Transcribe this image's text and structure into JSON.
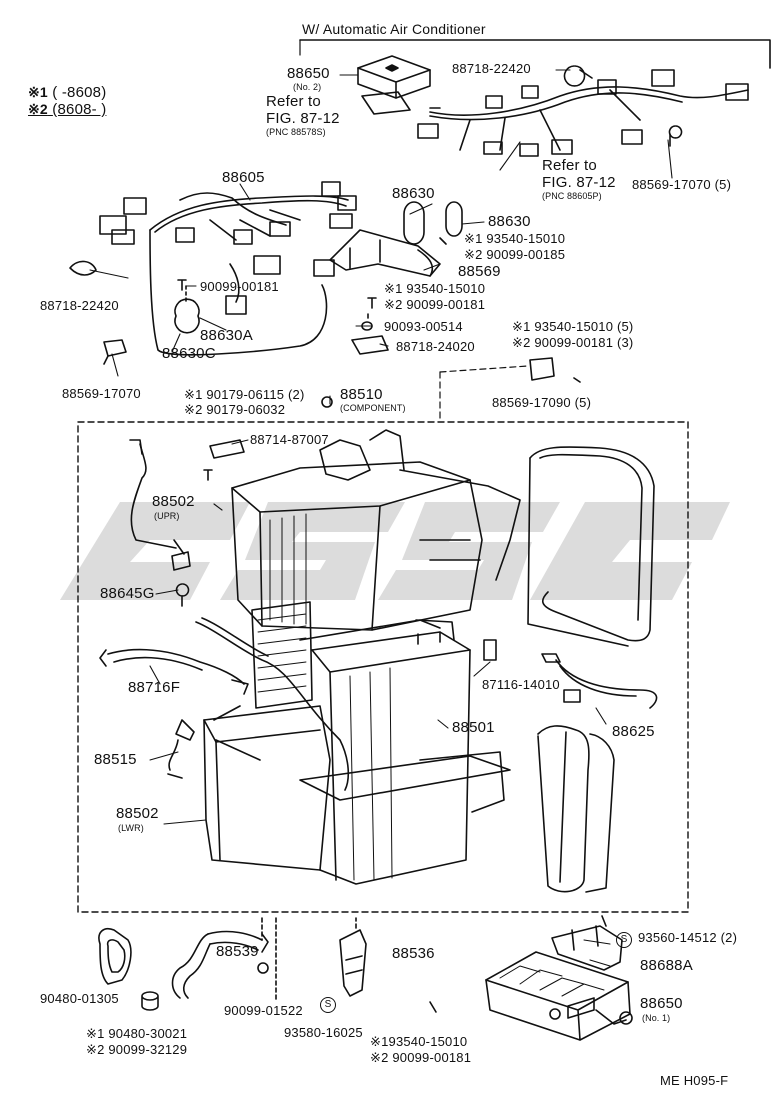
{
  "header": {
    "title": "W/ Automatic Air Conditioner"
  },
  "legend": {
    "row1": {
      "mark": "※1",
      "range": "(        -8608)"
    },
    "row2": {
      "mark": "※2",
      "range": "(8608-         )"
    }
  },
  "watermark": {
    "text": "CSSC"
  },
  "refs": {
    "refer1": {
      "line1": "Refer to",
      "line2": "FIG. 87-12",
      "line3": "(PNC 88578S)"
    },
    "refer2": {
      "line1": "Refer to",
      "line2": "FIG. 87-12",
      "line3": "(PNC 88605P)"
    }
  },
  "parts": {
    "p88650_top": {
      "num": "88650",
      "sub": "(No. 2)"
    },
    "p88718_22420_top": {
      "num": "88718-22420"
    },
    "p88569_17070_top": {
      "num": "88569-17070 (5)"
    },
    "p88605": {
      "num": "88605"
    },
    "p88630_a": {
      "num": "88630"
    },
    "p88630_b": {
      "num": "88630"
    },
    "p93540_15010_a": {
      "num": "※1 93540-15010"
    },
    "p90099_00185": {
      "num": "※2 90099-00185"
    },
    "p88569": {
      "num": "88569"
    },
    "p88718_22420_left": {
      "num": "88718-22420"
    },
    "p90099_00181_a": {
      "num": "90099-00181"
    },
    "p88630A": {
      "num": "88630A"
    },
    "p88630C": {
      "num": "88630C"
    },
    "p93540_15010_b": {
      "num": "※1 93540-15010"
    },
    "p90099_00181_b": {
      "num": "※2 90099-00181"
    },
    "p90093_00514": {
      "num": "90093-00514"
    },
    "p88718_24020": {
      "num": "88718-24020"
    },
    "p93540_15010_c": {
      "num": "※1 93540-15010 (5)"
    },
    "p90099_00181_c": {
      "num": "※2  90099-00181 (3)"
    },
    "p88569_17070_left": {
      "num": "88569-17070"
    },
    "p90179_06115": {
      "num": "※1 90179-06115 (2)"
    },
    "p90179_06032": {
      "num": "※2 90179-06032"
    },
    "p88510": {
      "num": "88510",
      "sub": "(COMPONENT)"
    },
    "p88569_17090": {
      "num": "88569-17090 (5)"
    },
    "p88714_87007": {
      "num": "88714-87007"
    },
    "p88502_upr": {
      "num": "88502",
      "sub": "(UPR)"
    },
    "p88645G": {
      "num": "88645G"
    },
    "p88716F": {
      "num": "88716F"
    },
    "p87116_14010": {
      "num": "87116-14010"
    },
    "p88501": {
      "num": "88501"
    },
    "p88625": {
      "num": "88625"
    },
    "p88515": {
      "num": "88515"
    },
    "p88502_lwr": {
      "num": "88502",
      "sub": "(LWR)"
    },
    "p93560_14512": {
      "num": "93560-14512 (2)"
    },
    "p88539": {
      "num": "88539"
    },
    "p88536": {
      "num": "88536"
    },
    "p88688A": {
      "num": "88688A"
    },
    "p90480_01305": {
      "num": "90480-01305"
    },
    "p90099_01522": {
      "num": "90099-01522"
    },
    "p88650_bottom": {
      "num": "88650",
      "sub": "(No. 1)"
    },
    "p90480_30021": {
      "num": "※1 90480-30021"
    },
    "p90099_32129": {
      "num": "※2 90099-32129"
    },
    "p93580_16025": {
      "num": "93580-16025"
    },
    "p93540_15010_d": {
      "num": "※193540-15010"
    },
    "p90099_00181_d": {
      "num": "※2 90099-00181"
    }
  },
  "std_marks": {
    "s1": "S",
    "s2": "S"
  },
  "footer": {
    "code": "ME  H095-F"
  }
}
